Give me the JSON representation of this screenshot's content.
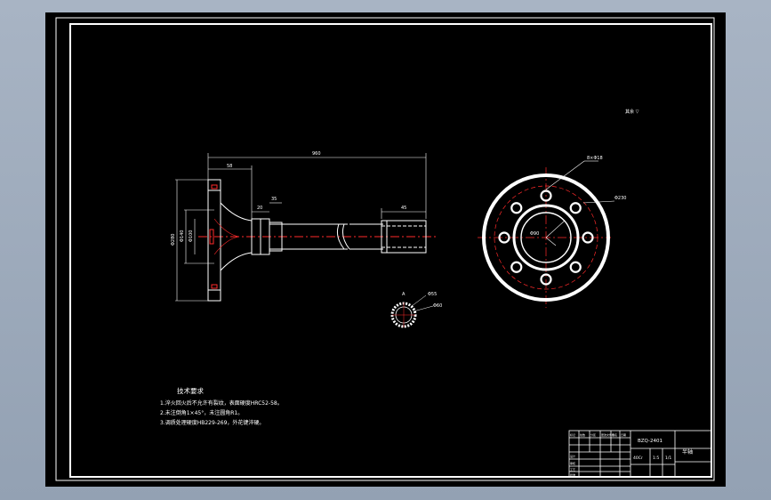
{
  "canvas": {
    "background": "#000000",
    "line_color": "#ffffff",
    "centerline_color": "#ff2a2a",
    "window_background": "#9aa8b9"
  },
  "drawing": {
    "technical_requirements": {
      "title": "技术要求",
      "lines": [
        "1.淬火回火后不允许有裂纹，表面硬度HRC52-58。",
        "2.未注倒角1×45°，未注圆角R1。",
        "3.调质处理硬度HB229-269，外花键淬硬。"
      ]
    },
    "shaft_view": {
      "overall_length": "960",
      "flange_width": "58",
      "spline_length": "45",
      "flange_diameter": "Φ280",
      "hub_diameter": "Φ140",
      "pilot_diameter": "Φ100",
      "step_dim": "20",
      "shoulder_dim": "35"
    },
    "flange_view": {
      "bolt_hole_callout": "8×Φ18",
      "bolt_circle": "Φ230",
      "bore_callout": "Φ90"
    },
    "spline_section": {
      "section_mark": "A",
      "callout_1": "Φ55",
      "callout_2": "Φ60"
    },
    "roughness_note": "其余 ▽"
  },
  "title_block": {
    "part_name": "半轴",
    "drawing_no": "BZQ-2401",
    "material": "40Cr",
    "scale": "1:5",
    "sheet": "1/1",
    "rev_rows": [
      "标记",
      "处数",
      "分区",
      "更改文件号",
      "签名",
      "日期"
    ],
    "sign_rows": [
      "设计",
      "审核",
      "工艺",
      "批准"
    ]
  }
}
